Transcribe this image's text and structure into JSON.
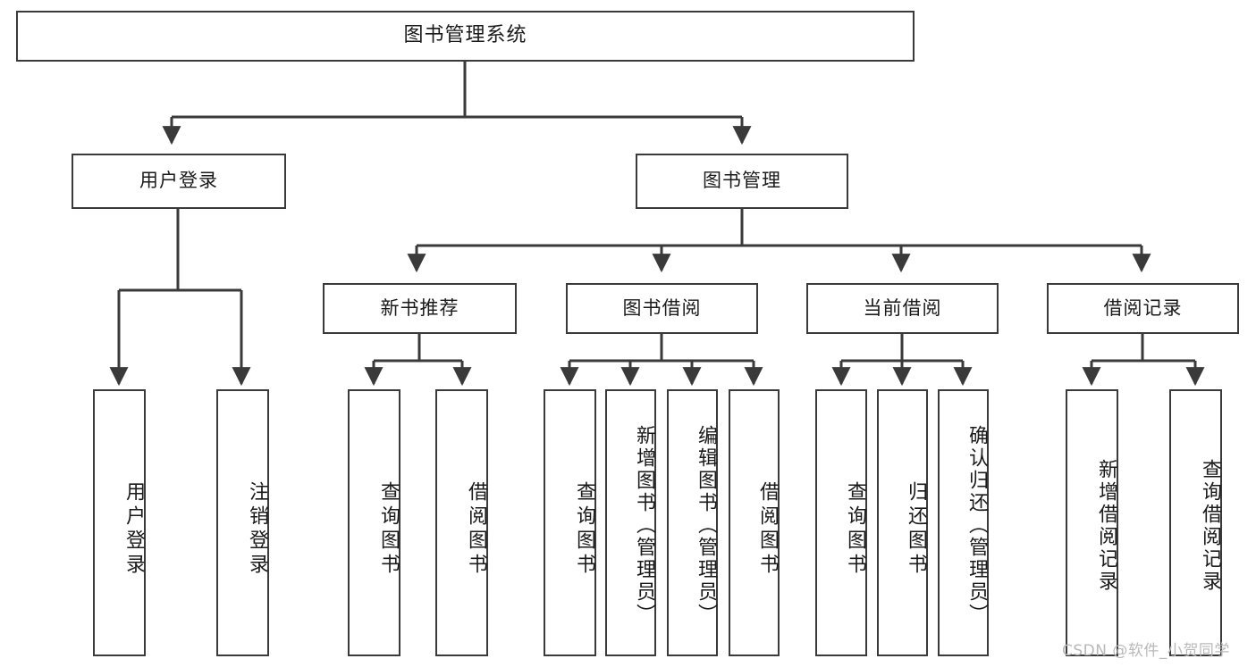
{
  "diagram": {
    "title": "图书管理系统",
    "type": "functional-structure-tree",
    "root": {
      "id": "root",
      "label": "图书管理系统"
    },
    "level1": [
      {
        "id": "user-login",
        "label": "用户登录"
      },
      {
        "id": "book-manage",
        "label": "图书管理"
      }
    ],
    "level2": [
      {
        "id": "new-book-rec",
        "label": "新书推荐",
        "parent": "book-manage"
      },
      {
        "id": "book-borrow",
        "label": "图书借阅",
        "parent": "book-manage"
      },
      {
        "id": "current-borrow",
        "label": "当前借阅",
        "parent": "book-manage"
      },
      {
        "id": "borrow-record",
        "label": "借阅记录",
        "parent": "book-manage"
      }
    ],
    "leaves": [
      {
        "id": "leaf-user-login",
        "label": "用户登录",
        "parent": "user-login"
      },
      {
        "id": "leaf-logout-login",
        "label": "注销登录",
        "parent": "user-login"
      },
      {
        "id": "leaf-query-book-1",
        "label": "查询图书",
        "parent": "new-book-rec"
      },
      {
        "id": "leaf-borrow-book-1",
        "label": "借阅图书",
        "parent": "new-book-rec"
      },
      {
        "id": "leaf-query-book-2",
        "label": "查询图书",
        "parent": "book-borrow"
      },
      {
        "id": "leaf-add-book",
        "label": "新增图书（管理员）",
        "parent": "book-borrow"
      },
      {
        "id": "leaf-edit-book",
        "label": "编辑图书（管理员）",
        "parent": "book-borrow"
      },
      {
        "id": "leaf-borrow-book-2",
        "label": "借阅图书",
        "parent": "book-borrow"
      },
      {
        "id": "leaf-query-book-3",
        "label": "查询图书",
        "parent": "current-borrow"
      },
      {
        "id": "leaf-return-book",
        "label": "归还图书",
        "parent": "current-borrow"
      },
      {
        "id": "leaf-confirm-return",
        "label": "确认归还（管理员）",
        "parent": "current-borrow"
      },
      {
        "id": "leaf-add-record",
        "label": "新增借阅记录",
        "parent": "borrow-record"
      },
      {
        "id": "leaf-query-record",
        "label": "查询借阅记录",
        "parent": "borrow-record"
      }
    ],
    "colors": {
      "stroke": "#3a3a3a",
      "fill": "#ffffff",
      "text": "#1a1a1a",
      "background": "#ffffff",
      "watermark": "#b9b9b9"
    }
  },
  "watermark": {
    "text": "CSDN @软件_小贺同学"
  }
}
